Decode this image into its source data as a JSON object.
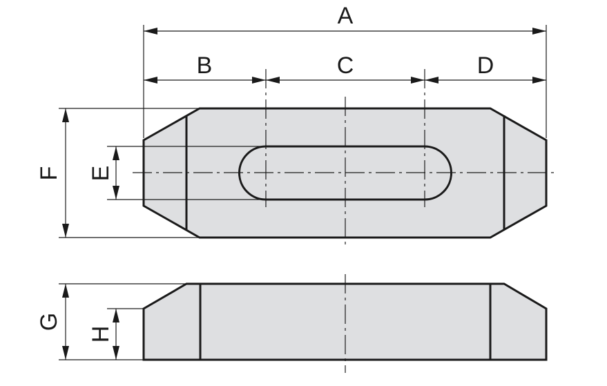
{
  "dimensions": {
    "A": "A",
    "B": "B",
    "C": "C",
    "D": "D",
    "E": "E",
    "F": "F",
    "G": "G",
    "H": "H"
  },
  "colors": {
    "part_fill": "#dedfe1",
    "line": "#1a1a1a",
    "background": "#ffffff"
  }
}
